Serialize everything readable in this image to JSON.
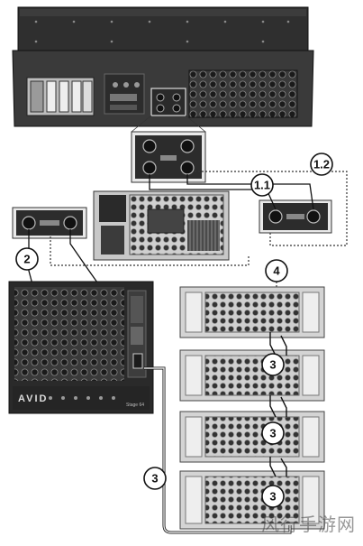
{
  "diagram": {
    "callouts": [
      "1.1",
      "1.2",
      "2",
      "3",
      "4"
    ],
    "brand_text": "AVID",
    "model_text": "Stage 64"
  },
  "watermark": "风行手游网",
  "colors": {
    "unit_dark": "#2a2a2a",
    "unit_mid": "#4a4a4a",
    "unit_light": "#cfcfcf",
    "rack_body": "#d8d8d8",
    "cable": "#222222",
    "dotted": "#333333"
  }
}
